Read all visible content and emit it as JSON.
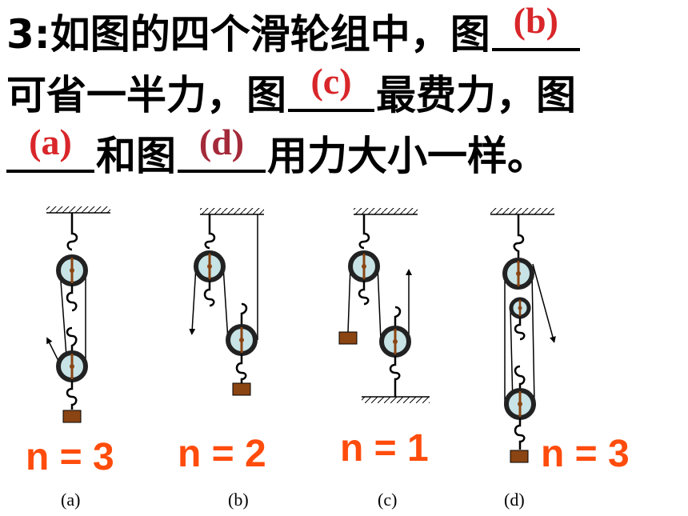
{
  "question": {
    "line1_prefix": "3:如图的四个滑轮组中，图",
    "answer_b": "(b)",
    "line2_a": "可省一半力，图",
    "answer_c": "(c)",
    "line2_b": "最费力，图",
    "answer_a": "(a)",
    "line3_a": "和图",
    "answer_d": "(d)",
    "line3_b": "用力大小一样。"
  },
  "figures": [
    {
      "caption": "(a)",
      "n_label": "n = 3"
    },
    {
      "caption": "(b)",
      "n_label": "n = 2"
    },
    {
      "caption": "(c)",
      "n_label": "n = 1"
    },
    {
      "caption": "(d)",
      "n_label": "n = 3"
    }
  ],
  "colors": {
    "answer": "#d8262a",
    "n_label": "#ff4c0c",
    "pulley_fill": "#c7e3e6",
    "weight": "#8b4513"
  }
}
